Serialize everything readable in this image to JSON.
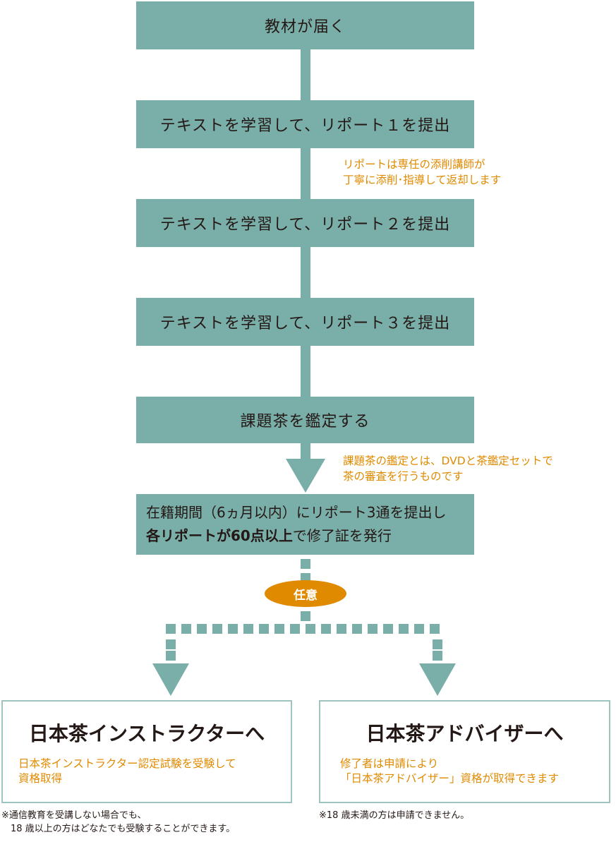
{
  "steps": [
    "教材が届く",
    "テキストを学習して、リポート１を提出",
    "テキストを学習して、リポート２を提出",
    "テキストを学習して、リポート３を提出",
    "課題茶を鑑定する"
  ],
  "notes": {
    "report": [
      "リポートは専任の添削講師が",
      "丁寧に添削･指導して返却します"
    ],
    "tea": [
      "課題茶の鑑定とは、DVDと茶鑑定セットで",
      "茶の審査を行うものです"
    ]
  },
  "completion": {
    "line1": "在籍期間（6ヵ月以内）にリポート3通を提出し",
    "line2_bold": "各リポートが60点以上",
    "line2_rest": "で修了証を発行"
  },
  "optional_label": "任意",
  "outcomes": [
    {
      "title": "日本茶インストラクターへ",
      "desc": [
        "日本茶インストラクター認定試験を受験して",
        "資格取得"
      ],
      "footnote": [
        "※通信教育を受講しない場合でも、",
        "　18 歳以上の方はどなたでも受験することができます。"
      ]
    },
    {
      "title": "日本茶アドバイザーへ",
      "desc": [
        "修了者は申請により",
        "「日本茶アドバイザー」資格が取得できます"
      ],
      "footnote": [
        "※18 歳未満の方は申請できません。"
      ]
    }
  ],
  "colors": {
    "teal": "#7aaea8",
    "orange": "#e08a00",
    "outline": "#9ec4bf"
  }
}
